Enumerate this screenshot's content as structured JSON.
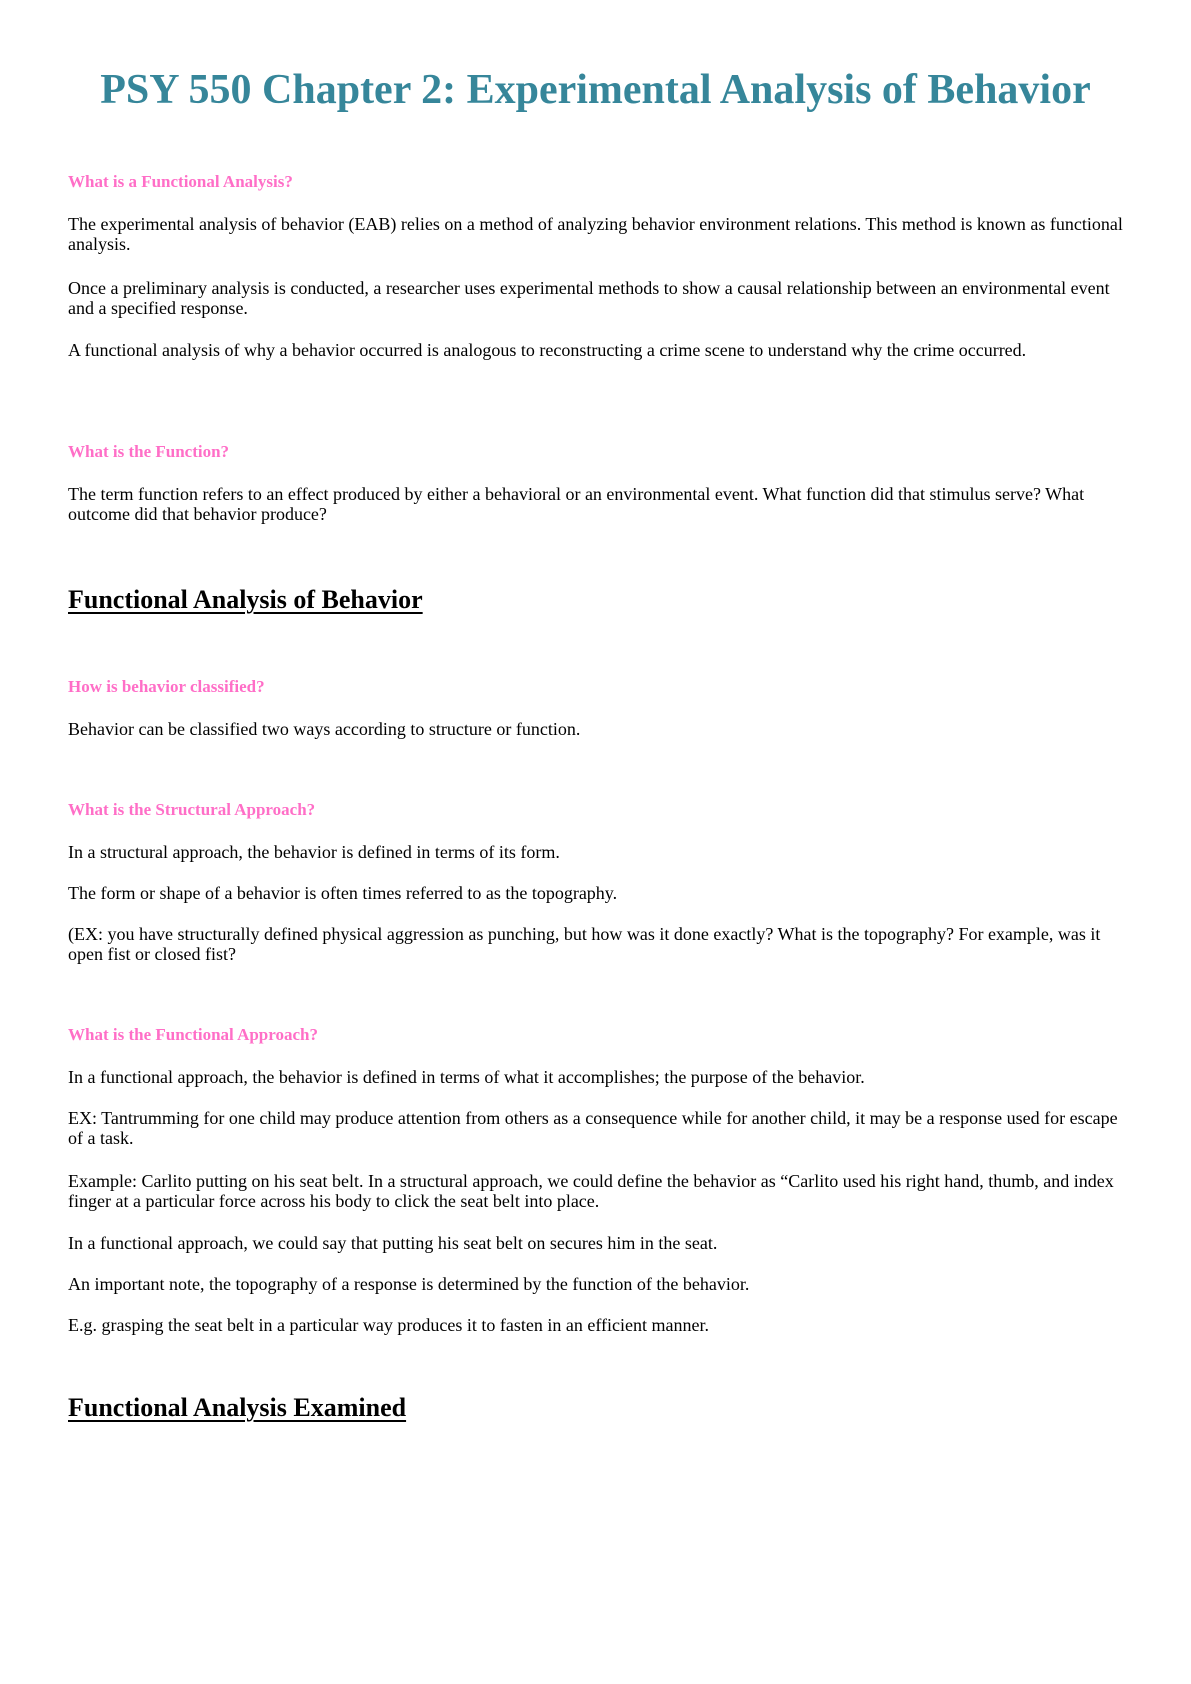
{
  "title": "PSY 550 Chapter 2: Experimental Analysis of Behavior",
  "blocks": [
    {
      "type": "q",
      "text": "What is a Functional Analysis?"
    },
    {
      "type": "p",
      "text": "The experimental analysis of behavior (EAB) relies on a method of analyzing behavior environment relations. This method is known as functional analysis."
    },
    {
      "type": "p",
      "text": "Once a preliminary analysis is conducted, a researcher uses experimental methods to show a causal relationship between an environmental event and a specified response."
    },
    {
      "type": "p",
      "text": "A functional analysis of why a behavior occurred is analogous to reconstructing a crime scene to understand why the crime occurred."
    },
    {
      "type": "q",
      "text": "What is the Function?"
    },
    {
      "type": "p",
      "text": "The term function refers to an effect produced by either a behavioral or an environmental event. What function did that stimulus serve? What outcome did that behavior produce?"
    },
    {
      "type": "h",
      "text": "Functional Analysis of Behavior"
    },
    {
      "type": "q",
      "text": "How is behavior classified?"
    },
    {
      "type": "p",
      "text": "Behavior can be classified two ways according to structure or function."
    },
    {
      "type": "q",
      "text": "What is the Structural Approach?"
    },
    {
      "type": "p",
      "text": "In a structural approach, the behavior is defined in terms of its form."
    },
    {
      "type": "p",
      "text": "The form or shape of a behavior is often times referred to as the topography."
    },
    {
      "type": "p",
      "text": "(EX: you have structurally defined physical aggression as punching, but how was it done exactly? What is the topography? For example, was it open fist or closed fist?"
    },
    {
      "type": "q",
      "text": "What is the Functional Approach?"
    },
    {
      "type": "p",
      "text": "In a functional approach, the behavior is defined in terms of what it accomplishes; the purpose of the behavior."
    },
    {
      "type": "p",
      "text": "EX: Tantrumming for one child may produce attention from others as a consequence while for another child, it may be a response used for escape of a task."
    },
    {
      "type": "p",
      "text": "Example: Carlito putting on his seat belt. In a structural approach, we could define the behavior as “Carlito used his right hand, thumb, and index finger at a particular force across his body to click the seat belt into place."
    },
    {
      "type": "p",
      "text": "In a functional approach, we could say that putting his seat belt on secures him in the seat."
    },
    {
      "type": "p",
      "text": "An important note, the topography of a response is determined by the function of the behavior."
    },
    {
      "type": "p",
      "text": "E.g. grasping the seat belt in a particular way produces it to fasten in an efficient manner."
    },
    {
      "type": "h",
      "text": "Functional Analysis Examined"
    }
  ]
}
